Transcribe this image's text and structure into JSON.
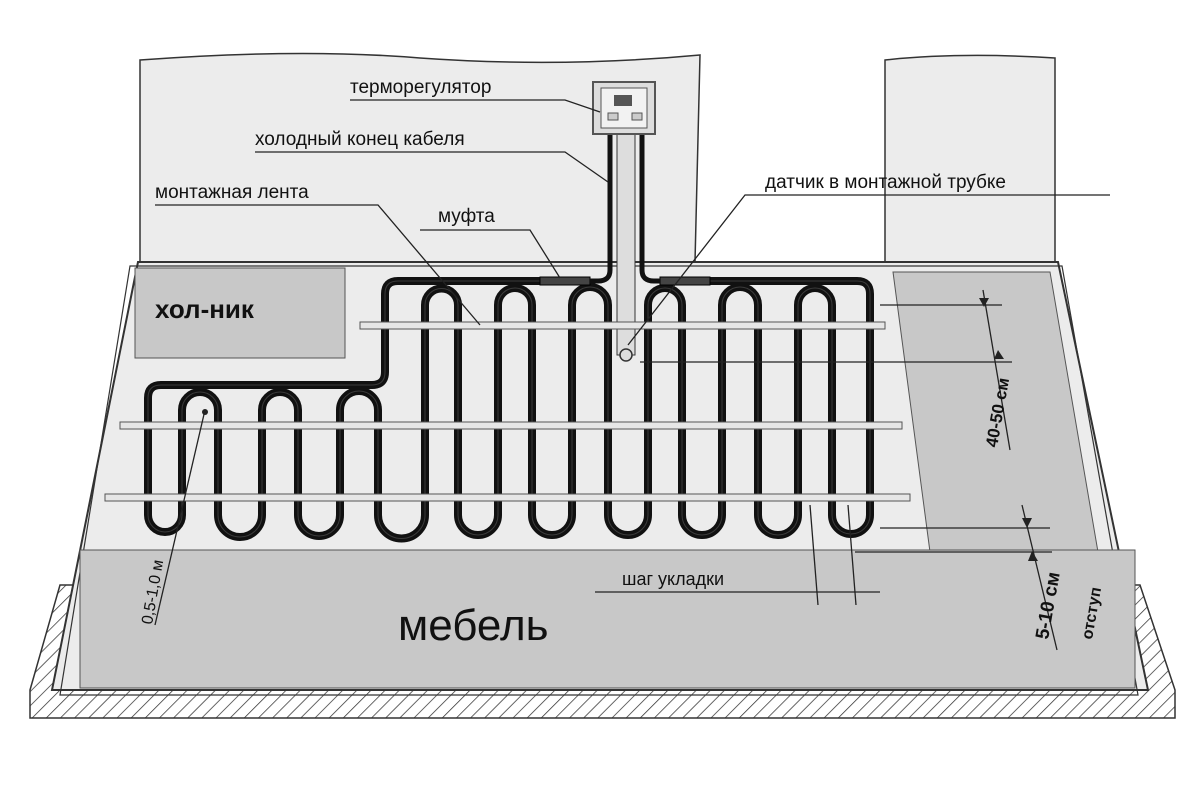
{
  "labels": {
    "thermostat": "терморегулятор",
    "cold_end": "холодный конец кабеля",
    "mounting_tape": "монтажная лента",
    "coupling": "муфта",
    "sensor": "датчик в монтажной трубке",
    "hallway": "хол-ник",
    "furniture": "мебель",
    "step": "шаг укладки",
    "gap_wall": "0,5-1,0 м",
    "tape_spacing": "40-50 см",
    "edge_offset": "5-10 см",
    "offset": "отступ"
  },
  "colors": {
    "zone_gray": "#c8c8c8",
    "floor": "#ebebeb",
    "cable": "#111111"
  }
}
